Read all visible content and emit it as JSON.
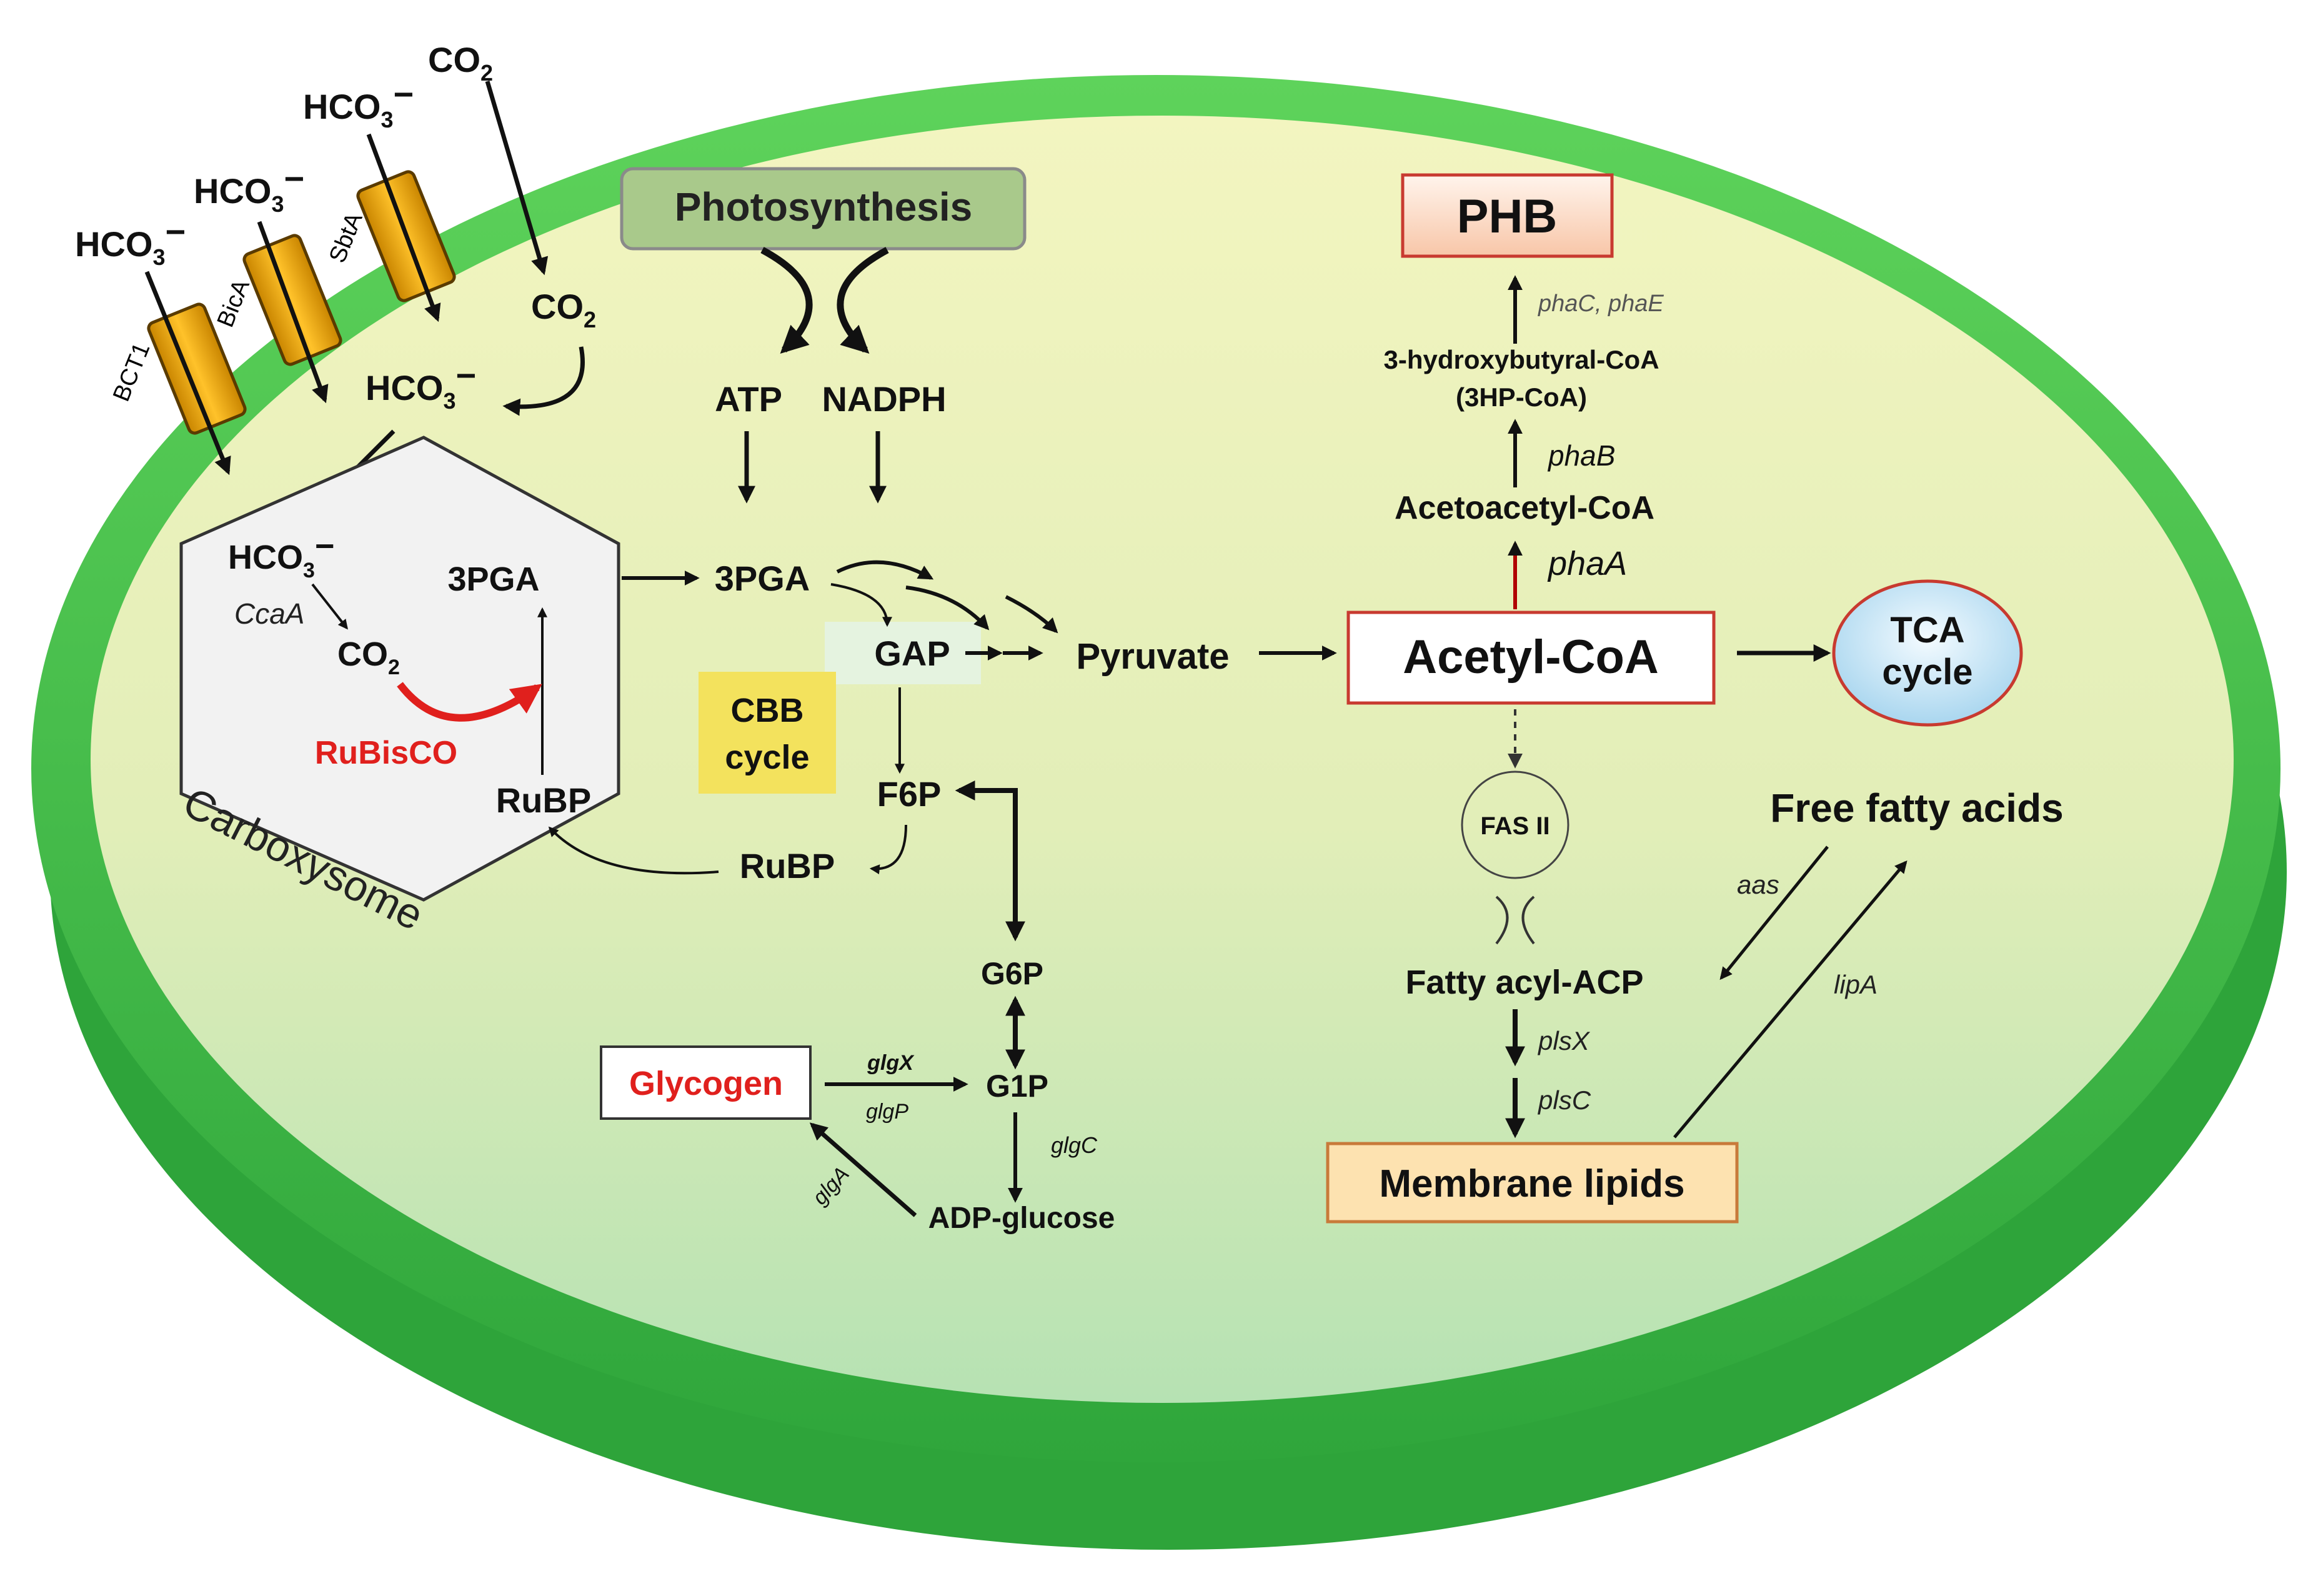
{
  "colors": {
    "cell_border": "#3bb84a",
    "cell_fill_top": "#f3f5c0",
    "cell_fill_bottom": "#b6e2b3",
    "transporter": "#f0a800",
    "rubisco_red": "#e0201d",
    "glycogen_red": "#e0201d",
    "cbb_yellow": "#f3e25d",
    "photosynthesis_green": "#a9c98b",
    "phb_fill": "#fbe0cc",
    "membrane_fill": "#fde2b0",
    "tca_fill": "#d4ecf8"
  },
  "transporters": {
    "bct1": "BCT1",
    "bica": "BicA",
    "sbta": "SbtA"
  },
  "inputs": {
    "hco3_a": "HCO",
    "hco3_b": "HCO",
    "hco3_c": "HCO",
    "hco3_d": "HCO",
    "co2_top": "CO",
    "co2_mid": "CO",
    "sub3": "3",
    "sub2": "2",
    "sup_minus": "−"
  },
  "carboxysome": {
    "label": "Carboxysome",
    "hco3": "HCO",
    "ccaa": "CcaA",
    "co2": "CO",
    "pga": "3PGA",
    "rubisco": "RuBisCO",
    "rubp": "RuBP"
  },
  "photosynthesis": {
    "label": "Photosynthesis",
    "atp": "ATP",
    "nadph": "NADPH"
  },
  "cbb": {
    "line1": "CBB",
    "line2": "cycle"
  },
  "metabolites": {
    "pga": "3PGA",
    "gap": "GAP",
    "pyruvate": "Pyruvate",
    "f6p": "F6P",
    "rubp": "RuBP",
    "g6p": "G6P",
    "g1p": "G1P",
    "adp_glucose": "ADP-glucose",
    "glycogen": "Glycogen",
    "acetyl_coa": "Acetyl-CoA",
    "acetoacetyl_coa": "Acetoacetyl-CoA",
    "hb_coa_line1": "3-hydroxybutyral-CoA",
    "hb_coa_line2": "(3HP-CoA)",
    "phb": "PHB",
    "tca_line1": "TCA",
    "tca_line2": "cycle",
    "fas": "FAS II",
    "fatty_acyl_acp": "Fatty acyl-ACP",
    "free_fatty_acids": "Free fatty acids",
    "membrane_lipids": "Membrane lipids"
  },
  "genes": {
    "glgx": "glgX",
    "glgp": "glgP",
    "glgc": "glgC",
    "glga": "glgA",
    "phaa": "phaA",
    "phab": "phaB",
    "phace": "phaC, phaE",
    "plsx": "plsX",
    "plsc": "plsC",
    "aas": "aas",
    "lipa": "lipA"
  }
}
